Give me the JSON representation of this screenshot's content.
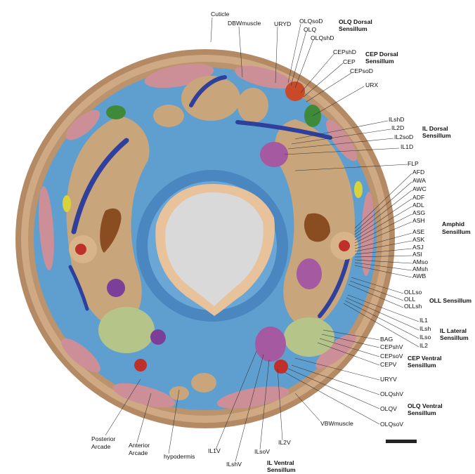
{
  "labels": {
    "cuticle": "Cuticle",
    "dbw_muscle": "DBWmuscle",
    "uryd": "URYD",
    "olqsod": "OLQsoD",
    "olq": "OLQ",
    "olqshd": "OLQshD",
    "cepshd": "CEPshD",
    "cep": "CEP",
    "cepsod": "CEPsoD",
    "urx": "URX",
    "ilshd": "ILshD",
    "il2d": "IL2D",
    "il2sod": "IL2soD",
    "il1d": "IL1D",
    "flp": "FLP",
    "afd": "AFD",
    "awa": "AWA",
    "awc": "AWC",
    "adf": "ADF",
    "adl": "ADL",
    "asg": "ASG",
    "ash": "ASH",
    "ase": "ASE",
    "ask": "ASK",
    "asj": "ASJ",
    "asi": "ASI",
    "amso": "AMso",
    "amsh": "AMsh",
    "awb": "AWB",
    "ollso": "OLLso",
    "oll": "OLL",
    "ollsh": "OLLsh",
    "il1": "IL1",
    "ilsh": "ILsh",
    "ilso": "ILso",
    "il2": "IL2",
    "bag": "BAG",
    "cepshv": "CEPshV",
    "cepsov": "CEPsoV",
    "cepv": "CEPV",
    "uryv": "URYV",
    "olqshv": "OLQshV",
    "olqv": "OLQV",
    "vbw_muscle": "VBWmuscle",
    "olqsov": "OLQsoV",
    "il2v": "IL2V",
    "ilsov": "ILsoV",
    "ilshv": "ILshV",
    "il1v": "IL1V",
    "hypodermis": "hypodermis",
    "anterior_arcade": [
      "Anterior",
      "Arcade"
    ],
    "posterior_arcade": [
      "Posterior",
      "Arcade"
    ]
  },
  "groups": {
    "olq_dorsal": [
      "OLQ Dorsal",
      "Sensillum"
    ],
    "cep_dorsal": [
      "CEP Dorsal",
      "Sensillum"
    ],
    "il_dorsal": [
      "IL Dorsal",
      "Sensillum"
    ],
    "amphid": [
      "Amphid",
      "Sensillum"
    ],
    "oll": [
      "OLL Sensillum"
    ],
    "il_lateral": [
      "IL Lateral",
      "Sensillum"
    ],
    "cep_ventral": [
      "CEP Ventral",
      "Sensillum"
    ],
    "olq_ventral": [
      "OLQ Ventral",
      "Sensillum"
    ],
    "il_ventral": [
      "IL Ventral",
      "Sensillum"
    ]
  },
  "colors": {
    "cuticle": "#c9a27f",
    "cuticle_rim": "#b08660",
    "hypodermis": "#5b9fd2",
    "muscle": "#c98e95",
    "neuron_tan": "#c5a47b",
    "arcade": "#d9b892",
    "lumen": "#d8d8d8",
    "dark_blue": "#3044a0",
    "brown": "#8a4d22",
    "green": "#3f8a3a",
    "purple": "#7b3f9a",
    "red": "#c0302a",
    "yellow": "#d8d33a",
    "scale_bar": "#222222"
  }
}
